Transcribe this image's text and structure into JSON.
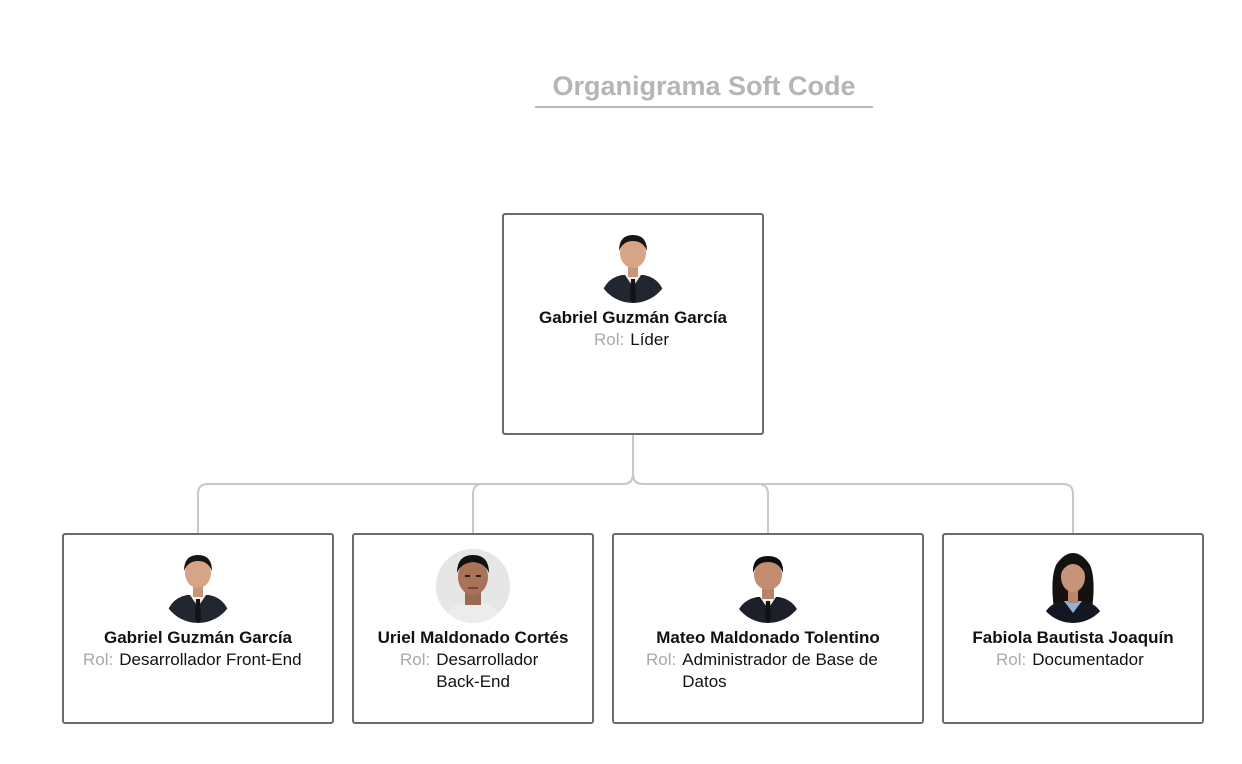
{
  "diagram": {
    "title": "Organigrama Soft Code",
    "root": {
      "name": "Gabriel Guzmán García",
      "role_label": "Rol:",
      "role": "Líder",
      "avatar_icon": "person-photo-male-suit"
    },
    "members": [
      {
        "name": "Gabriel Guzmán García",
        "role_label": "Rol:",
        "role": "Desarrollador Front-End",
        "avatar_icon": "person-photo-male-suit"
      },
      {
        "name": "Uriel Maldonado Cortés",
        "role_label": "Rol:",
        "role": "Desarrollador Back-End",
        "avatar_icon": "person-photo-male"
      },
      {
        "name": "Mateo Maldonado Tolentino",
        "role_label": "Rol:",
        "role": "Administrador de Base de Datos",
        "avatar_icon": "person-photo-male-suit"
      },
      {
        "name": "Fabiola Bautista Joaquín",
        "role_label": "Rol:",
        "role": "Documentador",
        "avatar_icon": "person-photo-female"
      }
    ],
    "colors": {
      "title": "#b5b5b5",
      "card_border": "#6b6b6b",
      "connector": "#c8c8c8",
      "role_label": "#a9a9a9",
      "text": "#111111"
    }
  }
}
